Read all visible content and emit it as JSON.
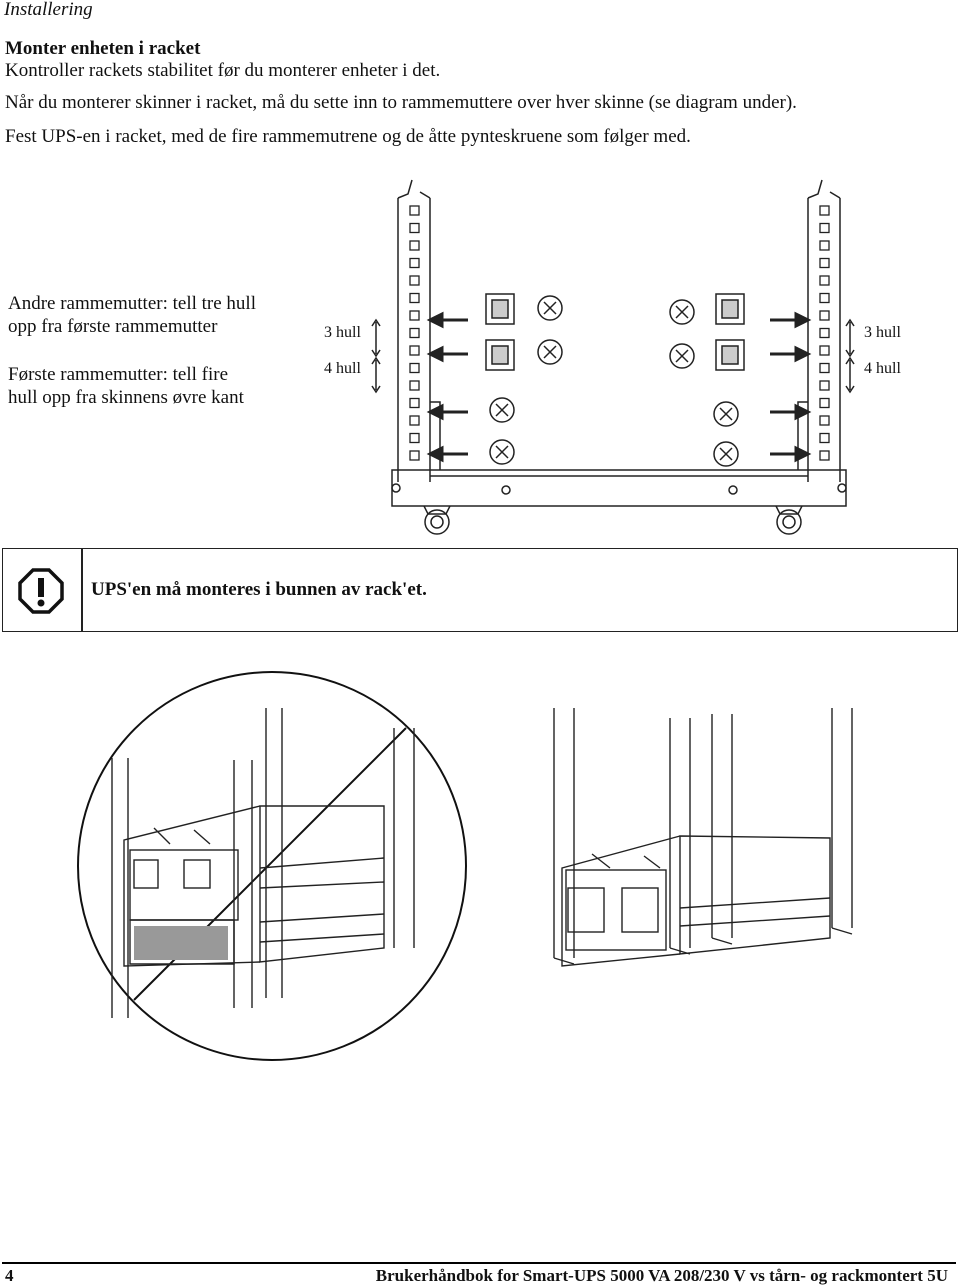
{
  "header": {
    "section": "Installering"
  },
  "body": {
    "title": "Monter enheten i racket",
    "p1": "Kontroller rackets stabilitet før du monterer enheter i det.",
    "p2": "Når du monterer skinner i racket, må du sette inn to rammemuttere over hver skinne (se diagram under).",
    "p3": "Fest UPS-en i racket, med de fire rammemutrene og de åtte pynteskruene som følger med."
  },
  "diagram": {
    "label_other_nuts_1": "Andre rammemutter: tell tre hull",
    "label_other_nuts_2": "opp fra første rammemutter",
    "label_first_nut_1": "Første rammemutter: tell fire",
    "label_first_nut_2": "hull opp fra skinnens øvre kant",
    "left_3": "3 hull",
    "left_4": "4 hull",
    "right_3": "3 hull",
    "right_4": "4 hull"
  },
  "notice": {
    "icon": "warning-exclamation-icon",
    "text": "UPS'en må monteres i bunnen av rack'et."
  },
  "footer": {
    "page": "4",
    "title": "Brukerhåndbok for Smart-UPS 5000 VA  208/230 V vs tårn- og rackmontert 5U"
  }
}
